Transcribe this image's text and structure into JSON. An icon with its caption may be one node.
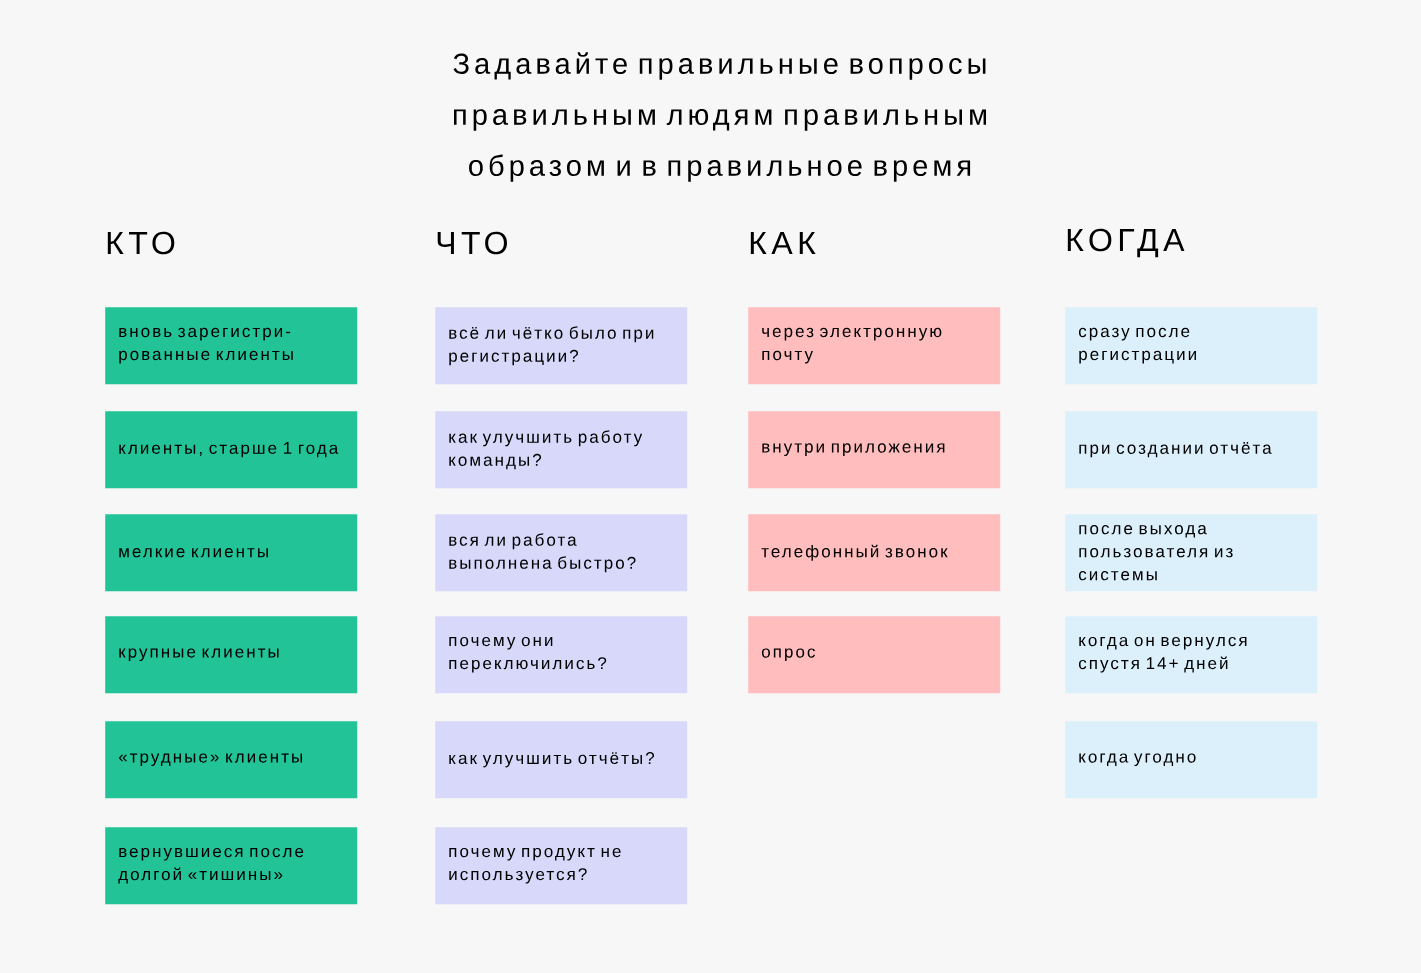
{
  "diagram": {
    "title": "Задавайте правильные вопросы правильным людям правильным образом и в правильное время",
    "nodes": [
      {
        "text": [
          "вновь зарегистри- рованные клиенты"
        ]
      },
      {
        "text": [
          "клиенты, старше 1 года"
        ]
      },
      {
        "text": [
          "мелкие клиенты"
        ]
      },
      {
        "text": [
          "крупные клиенты"
        ]
      },
      {
        "text": [
          "«трудные» клиенты"
        ]
      },
      {
        "text": [
          "вернувшиеся после долгой «тишины»"
        ]
      },
      {
        "text": [
          "всё ли чётко было при регистрации?"
        ]
      },
      {
        "text": [
          "как улучшить работу команды?"
        ]
      },
      {
        "text": [
          "вся ли работа выполнена быстро?"
        ]
      },
      {
        "text": [
          "почему они переключились?"
        ]
      },
      {
        "text": [
          "как улучшить отчёты?"
        ]
      },
      {
        "text": [
          "почему продукт не используется?"
        ]
      },
      {
        "text": [
          "через электронную почту"
        ]
      },
      {
        "text": [
          "внутри приложения"
        ]
      },
      {
        "text": [
          "телефонный звонок"
        ]
      },
      {
        "text": [
          "опрос"
        ]
      },
      {
        "text": [
          "сразу после регистрации"
        ]
      },
      {
        "text": [
          "при создании отчёта"
        ]
      },
      {
        "text": [
          "после выхода пользователя из системы"
        ]
      },
      {
        "text": [
          "когда он вернулся спустя 14+ дней"
        ]
      },
      {
        "text": [
          "когда угодно"
        ]
      }
    ],
    "labels": [
      "КТО",
      "ЧТО",
      "КАК",
      "КОГДА"
    ]
  }
}
